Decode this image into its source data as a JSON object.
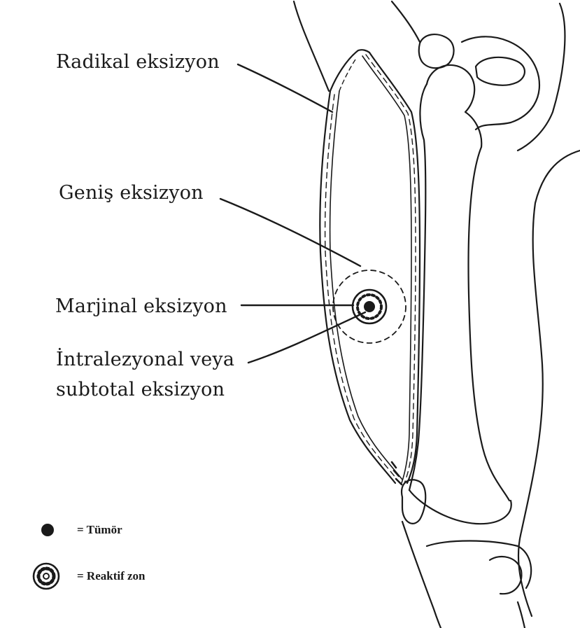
{
  "labels": {
    "radikal": "Radikal eksizyon",
    "genis": "Geniş eksizyon",
    "marjinal": "Marjinal eksizyon",
    "intralezyonal_line1": "İntralezyonal veya",
    "intralezyonal_line2": "subtotal eksizyon"
  },
  "legend": {
    "tumor": "= Tümör",
    "reaktif": "= Reaktif zon"
  },
  "colors": {
    "ink": "#1a1a1a",
    "background": "#ffffff"
  }
}
